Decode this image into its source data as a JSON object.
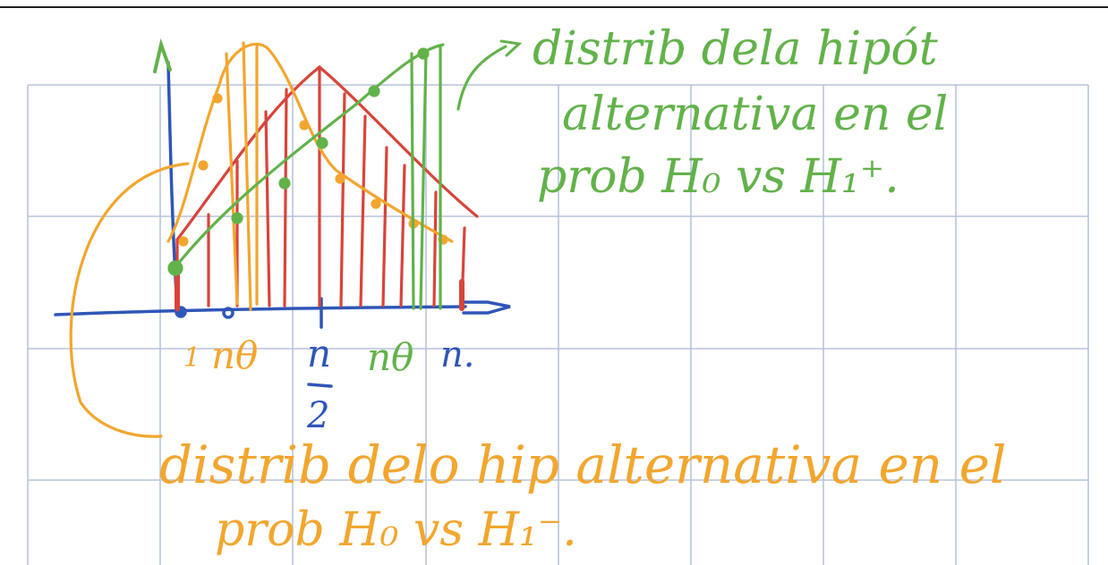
{
  "colors": {
    "grid": "#b7c4dc",
    "axis": "#2f56b8",
    "null_dist": "#d8443a",
    "alt_minus": "#f2a62f",
    "alt_plus": "#62b24a",
    "rule": "#222222",
    "background": "#ffffff"
  },
  "labels": {
    "tick_one": "1",
    "tick_ntheta_left": "nθ",
    "tick_n": "n",
    "tick_two": "2",
    "tick_ntheta_right": "nθ",
    "tick_n_end": "n."
  },
  "notes": {
    "green_line1": "distrib dela hipót",
    "green_line2": "alternativa en el",
    "green_line3": "prob H₀ vs H₁⁺.",
    "orange_line1": "distrib delo hip alternativa en el",
    "orange_line2": "prob H₀ vs H₁⁻."
  }
}
